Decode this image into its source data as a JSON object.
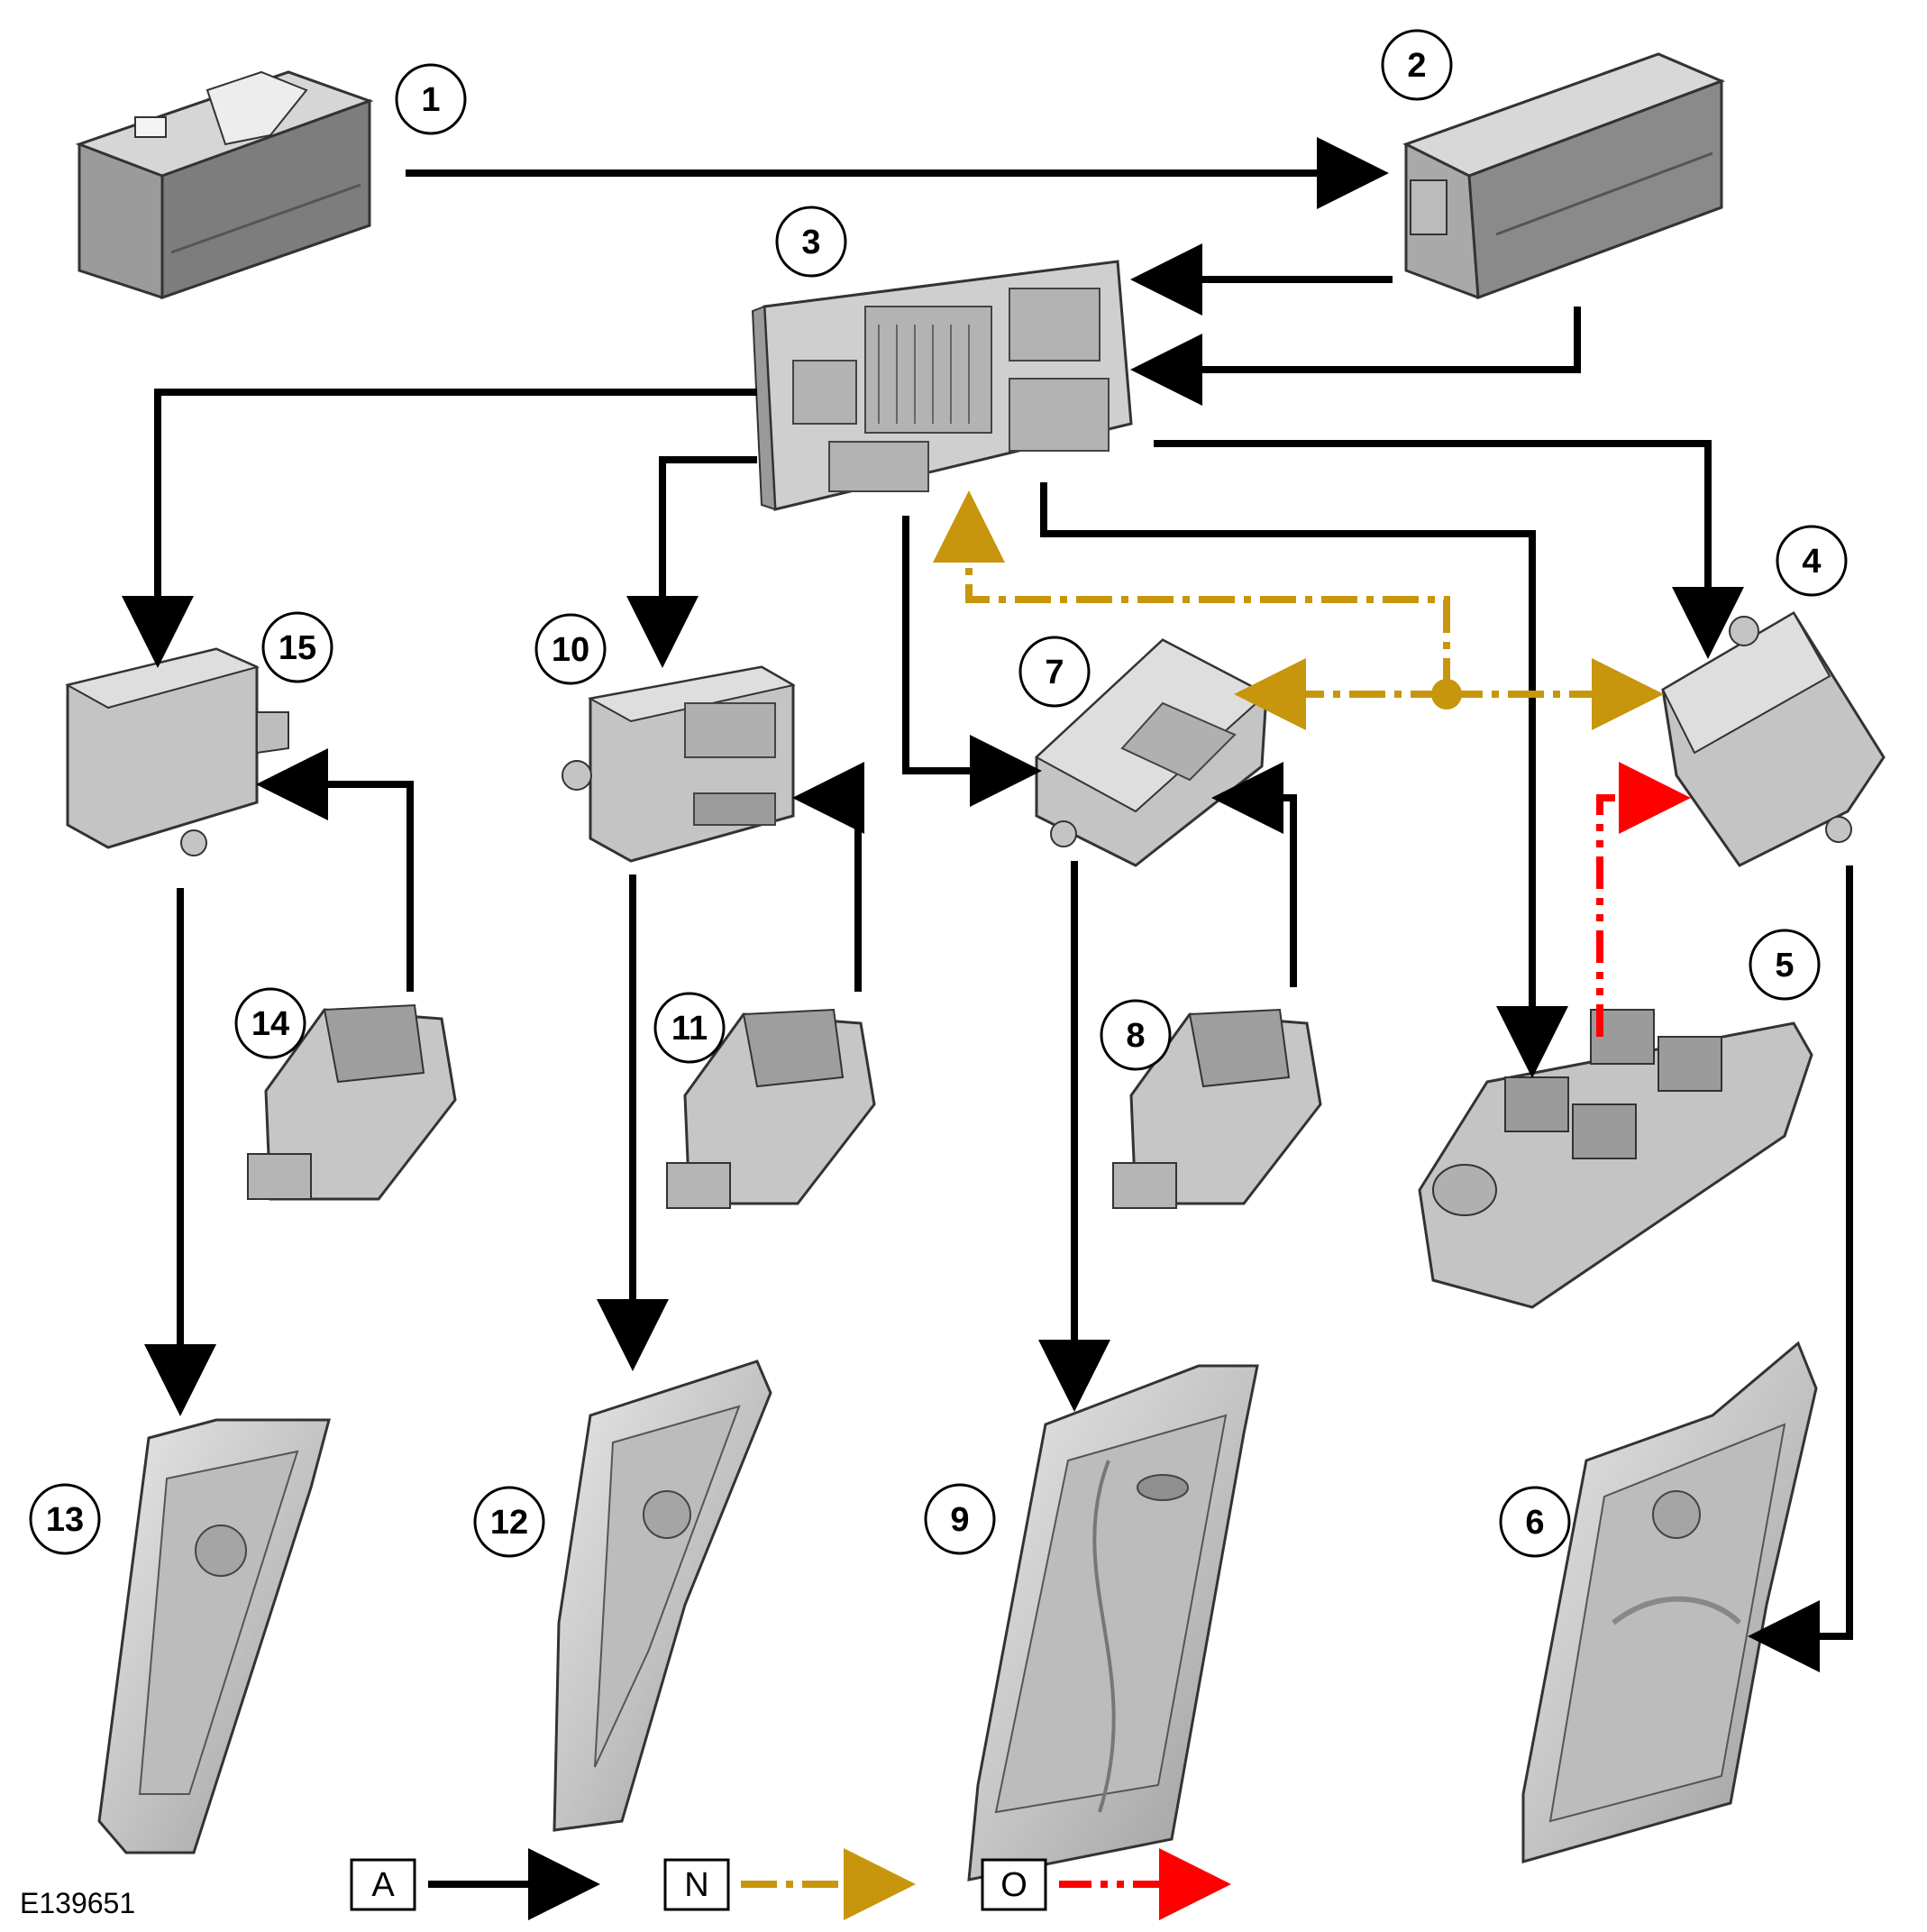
{
  "diagram_id": "E139651",
  "colors": {
    "line_a": "#000000",
    "line_n": "#c8960c",
    "line_o": "#ff0000",
    "component_fill": "#c9c9c9",
    "component_dark": "#8e8e8e",
    "component_light": "#e6e6e6",
    "outline": "#2b2b2b"
  },
  "callouts": {
    "c1": "1",
    "c2": "2",
    "c3": "3",
    "c4": "4",
    "c5": "5",
    "c6": "6",
    "c7": "7",
    "c8": "8",
    "c9": "9",
    "c10": "10",
    "c11": "11",
    "c12": "12",
    "c13": "13",
    "c14": "14",
    "c15": "15"
  },
  "legend": {
    "a": {
      "key": "A",
      "style": "solid"
    },
    "n": {
      "key": "N",
      "style": "dash-dot"
    },
    "o": {
      "key": "O",
      "style": "dash-dot-dot"
    }
  },
  "icons": {
    "battery": "battery-icon",
    "fuse_box": "power-distribution-box-icon",
    "central_module": "central-junction-box-icon",
    "door_module": "door-module-icon",
    "master_switch": "window-master-switch-icon",
    "window_switch": "window-switch-icon",
    "window_regulator": "window-regulator-icon"
  }
}
